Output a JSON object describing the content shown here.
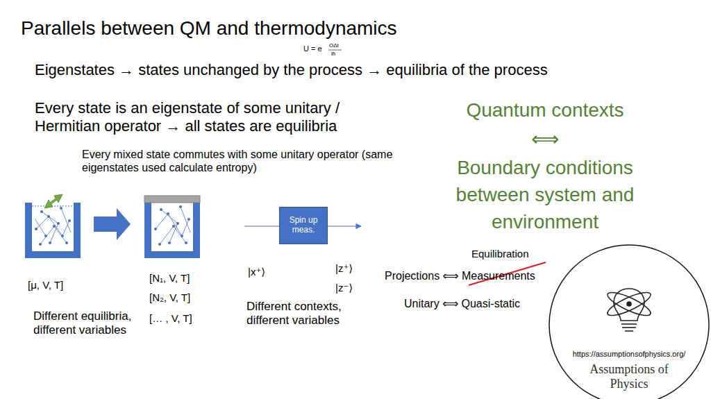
{
  "diagram": {
    "title": "Parallels between QM and thermodynamics",
    "nodes": [
      {
        "text": [
          "Spin up meas."
        ]
      },
      {
        "text": [
          "https://assumptionsofphysics.org/",
          "Assumptions of Physics"
        ]
      }
    ],
    "labels": [
      "U = e",
      "OΔt",
      "iħ",
      "Eigenstates → states unchanged by the process → equilibria of the process",
      "Every state is an eigenstate of some unitary / Hermitian operator → all states are equilibria",
      "Every mixed state commutes with some unitary operator (same eigenstates used calculate entropy)",
      "Quantum contexts",
      "⟺",
      "Boundary conditions between system and environment",
      "[μ, V, T]",
      "[N₁, V, T]",
      "[N₂, V, T]",
      "[… , V, T]",
      "Different equilibria, different variables",
      "|x⁺⟩",
      "|z⁺⟩",
      "|z⁻⟩",
      "Different contexts, different variables",
      "Equilibration",
      "Projections ⟺ Measurements",
      "Unitary ⟺ Quasi-static"
    ]
  }
}
